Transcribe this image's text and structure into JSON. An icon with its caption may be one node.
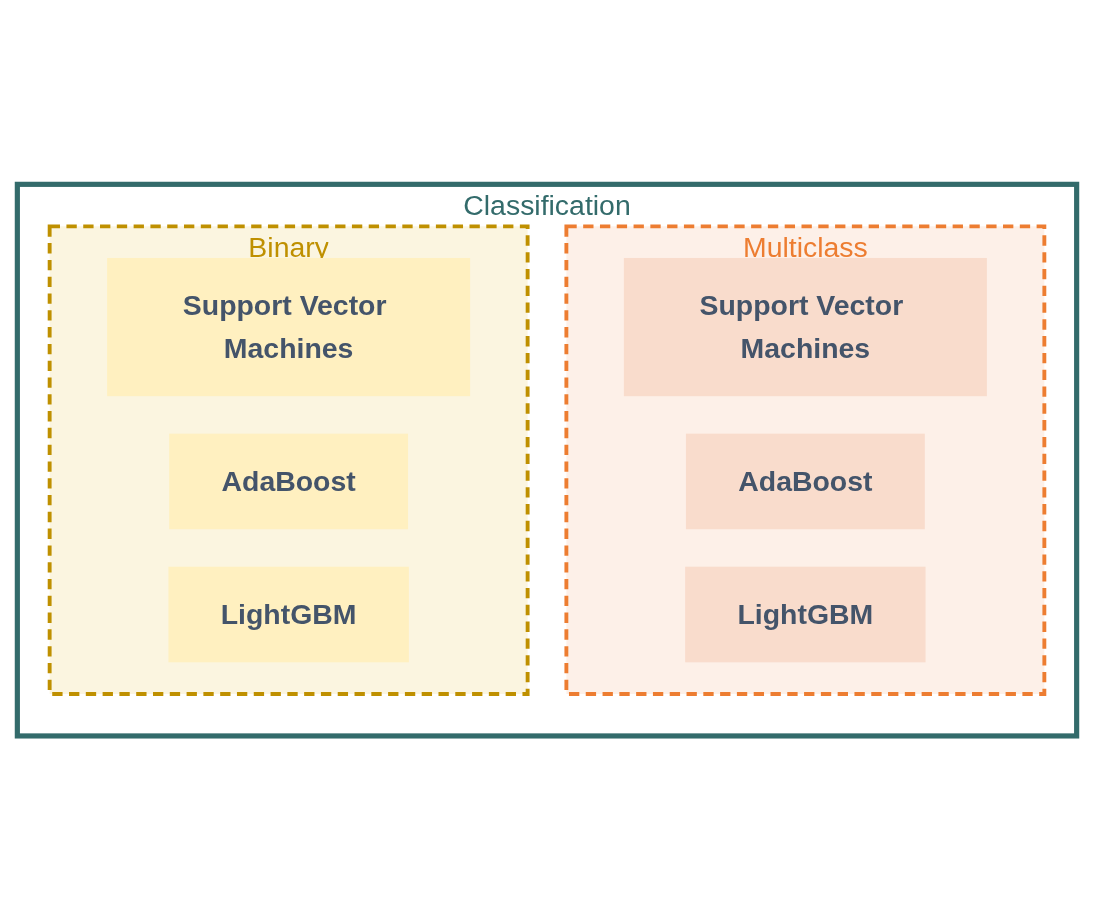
{
  "diagram": {
    "nodes": [
      {
        "text": [
          "Classification"
        ]
      },
      {
        "text": [
          "Multiclass"
        ],
        "in": 0
      },
      {
        "text": [
          "Support Vector Machines"
        ],
        "in": 1
      },
      {
        "text": [
          "AdaBoost"
        ],
        "in": 1
      },
      {
        "text": [
          "LightGBM"
        ],
        "in": 1
      },
      {
        "text": [
          "Binary"
        ],
        "in": 0
      },
      {
        "text": [
          "Support Vector Machines"
        ],
        "in": 5
      },
      {
        "text": [
          "AdaBoost"
        ],
        "in": 5
      },
      {
        "text": [
          "LightGBM"
        ],
        "in": 5
      }
    ]
  }
}
